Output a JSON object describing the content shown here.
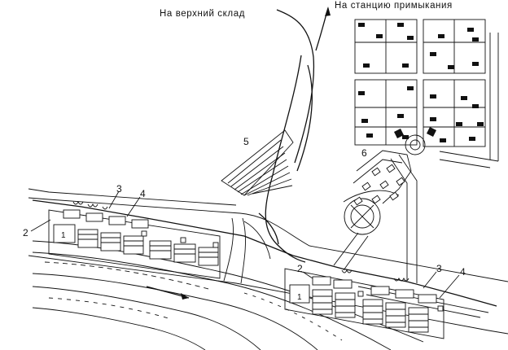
{
  "labels": {
    "upper_warehouse": "На верхний склад",
    "junction_station": "На станцию примыкания"
  },
  "callouts": {
    "n1_left": "1",
    "n2_left": "2",
    "n3_left": "3",
    "n4_left": "4",
    "n5": "5",
    "n6": "6",
    "n1_right": "1",
    "n2_right": "2",
    "n3_right": "3",
    "n4_right": "4"
  },
  "colors": {
    "ink": "#111111",
    "paper": "#ffffff"
  }
}
